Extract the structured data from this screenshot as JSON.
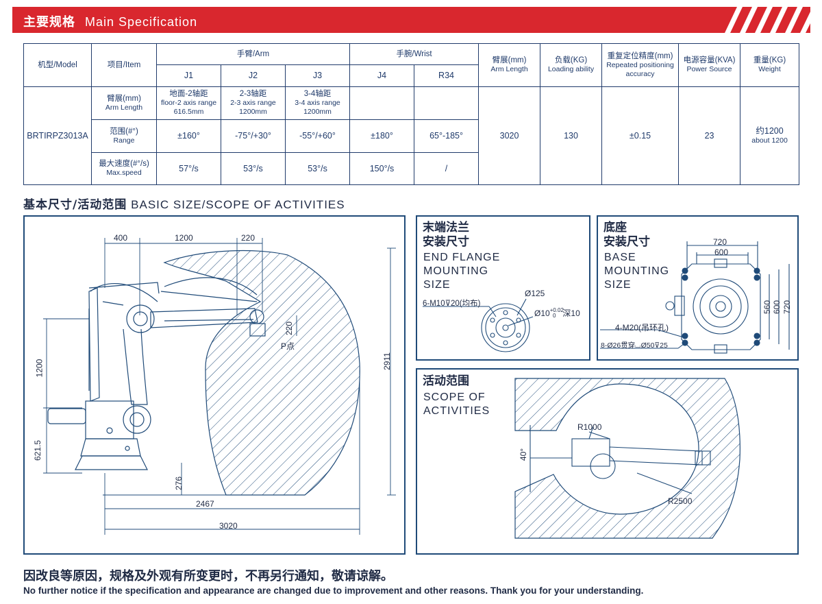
{
  "header": {
    "title_cn": "主要规格",
    "title_en": "Main Specification"
  },
  "spec_table": {
    "model_label": "机型/Model",
    "item_label": "项目/Item",
    "arm_label": "手臂/Arm",
    "wrist_label": "手腕/Wrist",
    "joints": [
      "J1",
      "J2",
      "J3",
      "J4",
      "R34"
    ],
    "arm_length_label_cn": "臂展(mm)",
    "arm_length_label_en": "Arm Length",
    "load_label_cn": "负载(KG)",
    "load_label_en": "Loading ability",
    "repeat_label_cn": "重复定位精度(mm)",
    "repeat_label_en": "Repeated positioning accuracy",
    "power_label_cn": "电源容量(KVA)",
    "power_label_en": "Power Source",
    "weight_label_cn": "重量(KG)",
    "weight_label_en": "Weight",
    "model": "BRTIRPZ3013A",
    "row1_label_cn": "臂展(mm)",
    "row1_label_en": "Arm Length",
    "row1": [
      {
        "cn": "地面-2轴距",
        "en": "floor-2 axis range",
        "v": "616.5mm"
      },
      {
        "cn": "2-3轴距",
        "en": "2-3 axis range",
        "v": "1200mm"
      },
      {
        "cn": "3-4轴距",
        "en": "3-4 axis range",
        "v": "1200mm"
      }
    ],
    "row2_label_cn": "范围(#°)",
    "row2_label_en": "Range",
    "row2": [
      "±160°",
      "-75°/+30°",
      "-55°/+60°",
      "±180°",
      "65°-185°"
    ],
    "row3_label_cn": "最大速度(#°/s)",
    "row3_label_en": "Max.speed",
    "row3": [
      "57°/s",
      "53°/s",
      "53°/s",
      "150°/s",
      "/"
    ],
    "arm_length": "3020",
    "load": "130",
    "repeat": "±0.15",
    "power": "23",
    "weight_cn": "约1200",
    "weight_en": "about 1200"
  },
  "section2": {
    "cn": "基本尺寸/活动范围",
    "en": "BASIC SIZE/SCOPE OF ACTIVITIES"
  },
  "main_dims": {
    "d400": "400",
    "d1200": "1200",
    "d220": "220",
    "d220v": "220",
    "p_point": "P点",
    "d2911": "2911",
    "d1200v": "1200",
    "d621": "621.5",
    "d276": "276",
    "d2467": "2467",
    "d3020": "3020"
  },
  "flange": {
    "cn1": "末端法兰",
    "cn2": "安装尺寸",
    "en1": "END FLANGE",
    "en2": "MOUNTING",
    "en3": "SIZE",
    "holes": "6-M10⊽20(均布)",
    "dia125": "Ø125",
    "dia10": "Ø10",
    "tol": "+0.02",
    "tol0": "0",
    "depth": "深10"
  },
  "base": {
    "cn1": "底座",
    "cn2": "安装尺寸",
    "en1": "BASE",
    "en2": "MOUNTING",
    "en3": "SIZE",
    "d720": "720",
    "d600": "600",
    "d560": "560",
    "d600v": "600",
    "d720v": "720",
    "m20": "4-M20(吊环孔)",
    "holes": "8-Ø26贯穿⌴Ø50⊽25"
  },
  "scope": {
    "cn": "活动范围",
    "en1": "SCOPE OF",
    "en2": "ACTIVITIES",
    "r1000": "R1000",
    "r2500": "R2500",
    "angle": "40°"
  },
  "footer": {
    "cn": "因改良等原因，规格及外观有所变更时，不再另行通知，敬请谅解。",
    "en": "No further notice if the specification and appearance are changed due to improvement and other reasons. Thank you for your understanding."
  },
  "colors": {
    "red": "#d9272e",
    "navy": "#1f4a78"
  }
}
